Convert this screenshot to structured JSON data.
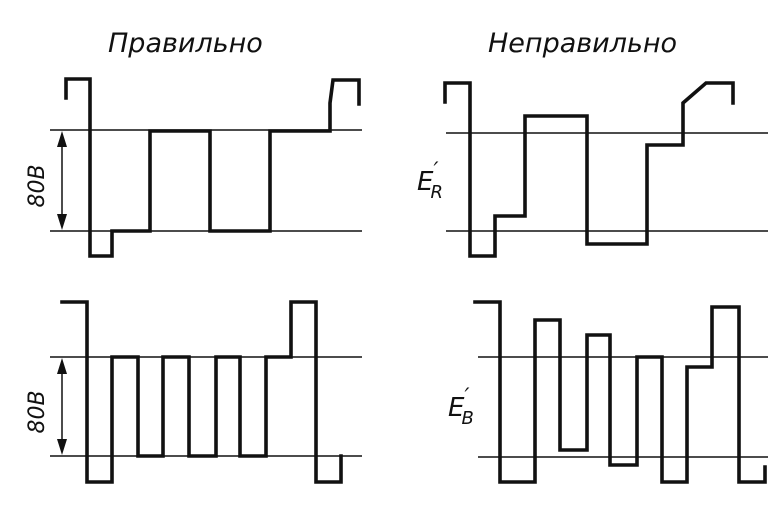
{
  "headings": {
    "correct": "Правильно",
    "incorrect": "Неправильно"
  },
  "panels": {
    "top_left": {
      "label": "80В"
    },
    "bottom_left": {
      "label": "80В"
    },
    "top_right": {
      "label_main": "E",
      "label_sub": "R",
      "label_prime": "′"
    },
    "bottom_right": {
      "label_main": "E",
      "label_sub": "B",
      "label_prime": "′"
    }
  },
  "colors": {
    "ink": "#111111",
    "paper": "#ffffff"
  }
}
